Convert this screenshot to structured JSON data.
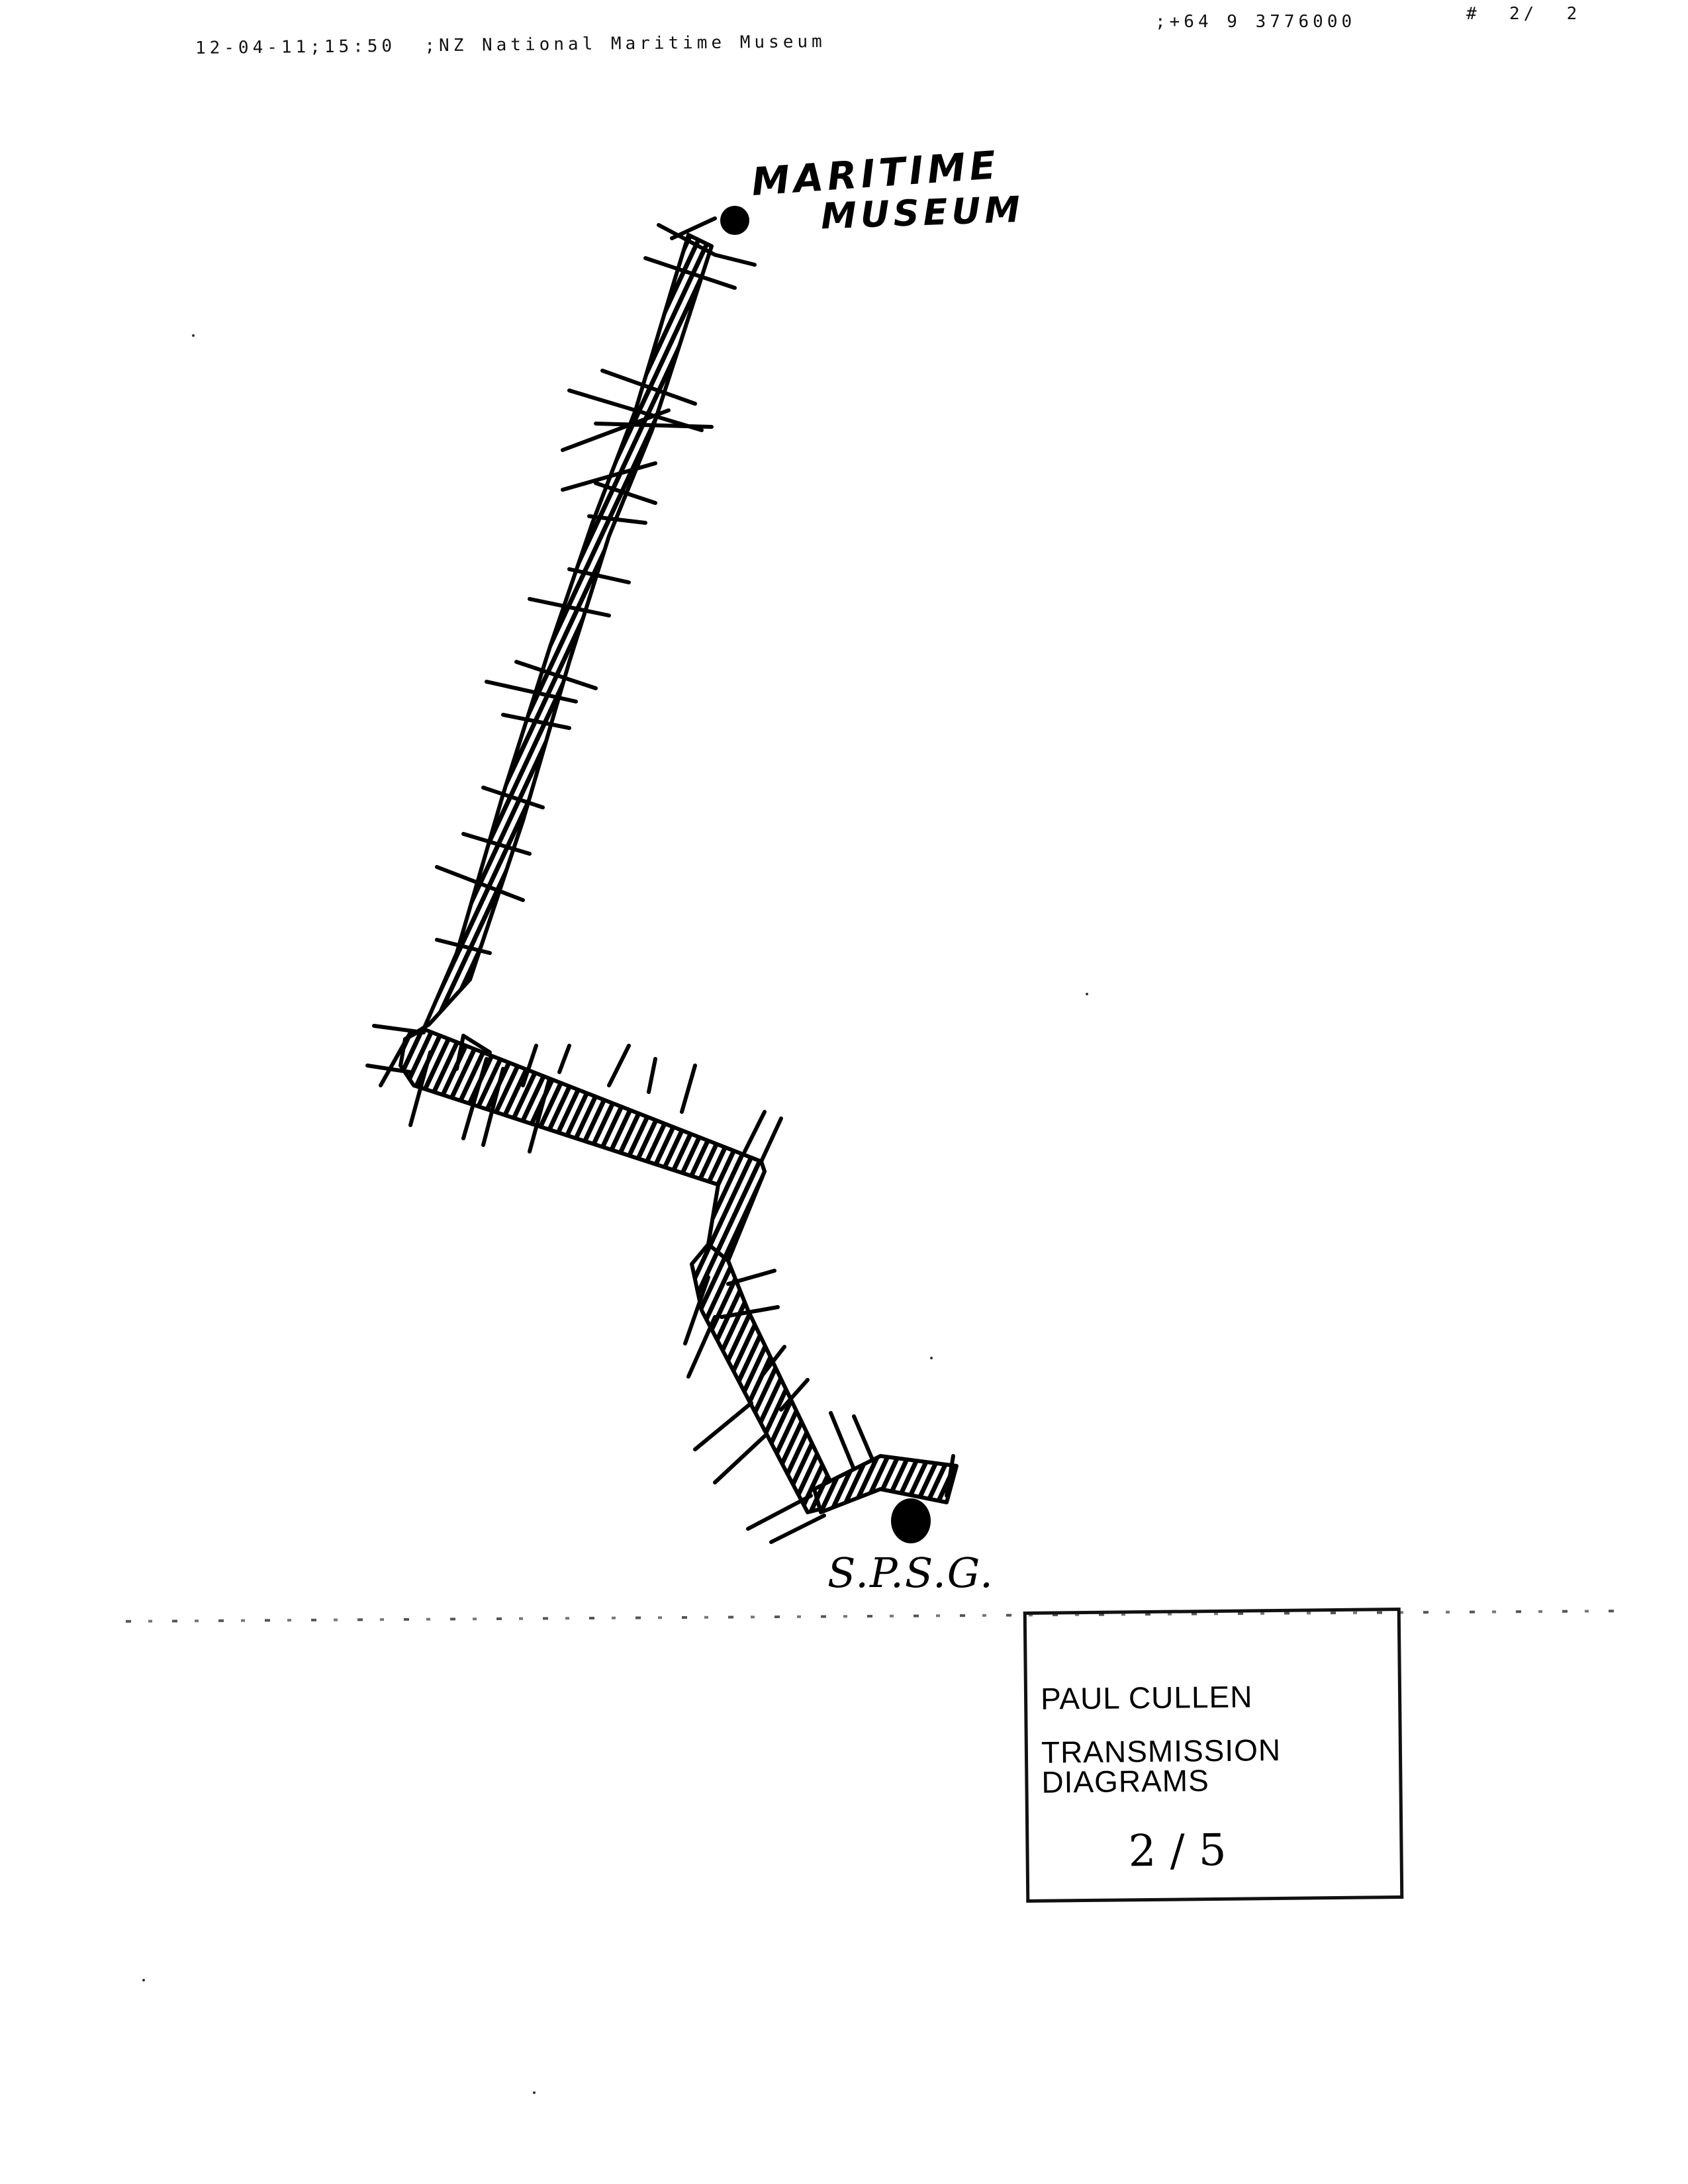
{
  "fax_header": {
    "datetime_sender": "12-04-11;15:50  ;NZ National Maritime Museum",
    "phone": ";+64 9 3776000",
    "page_counter": "#  2/  2"
  },
  "diagram": {
    "start_label_line1": "MARITIME",
    "start_label_line2": "MUSEUM",
    "end_label": "S.P.S.G.",
    "route_description": "Hand-drawn hatched transmission route with cross-ticks from Maritime Museum down to S.P.S.G."
  },
  "title_block": {
    "author": "PAUL CULLEN",
    "title_line1": "TRANSMISSION",
    "title_line2": "DIAGRAMS",
    "sheet_number": "2 / 5"
  }
}
